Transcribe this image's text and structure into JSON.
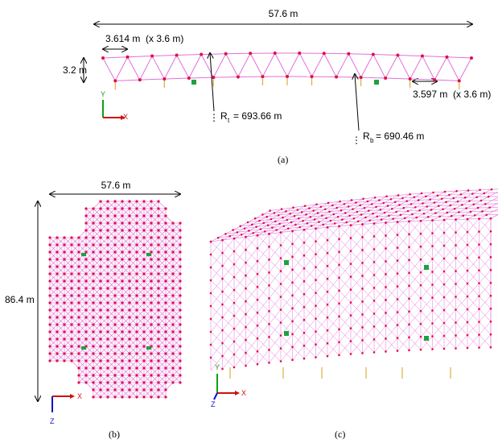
{
  "panel_a": {
    "span_label": "57.6 m",
    "module_top_label": "3.614 m  (x 3.6 m)",
    "depth_label": "3.2 m",
    "module_bottom_label": "3.597 m  (x 3.6 m)",
    "rt_symbol": "R",
    "rt_sub": "t",
    "rt_value": "= 693.66 m",
    "rb_symbol": "R",
    "rb_sub": "b",
    "rb_value": "= 690.46 m",
    "caption": "(a)"
  },
  "panel_b": {
    "width_label": "57.6 m",
    "height_label": "86.4 m",
    "caption": "(b)"
  },
  "panel_c": {
    "caption": "(c)"
  },
  "axes": {
    "x": "X",
    "y": "Y",
    "z": "Z"
  },
  "colors": {
    "member": "#e070e0",
    "member_dark": "#b040b0",
    "node": "#e01040",
    "support": "#d8b040",
    "support_green": "#20a040",
    "axis_x": "#d01010",
    "axis_y": "#10a010",
    "axis_z": "#1010d0"
  }
}
